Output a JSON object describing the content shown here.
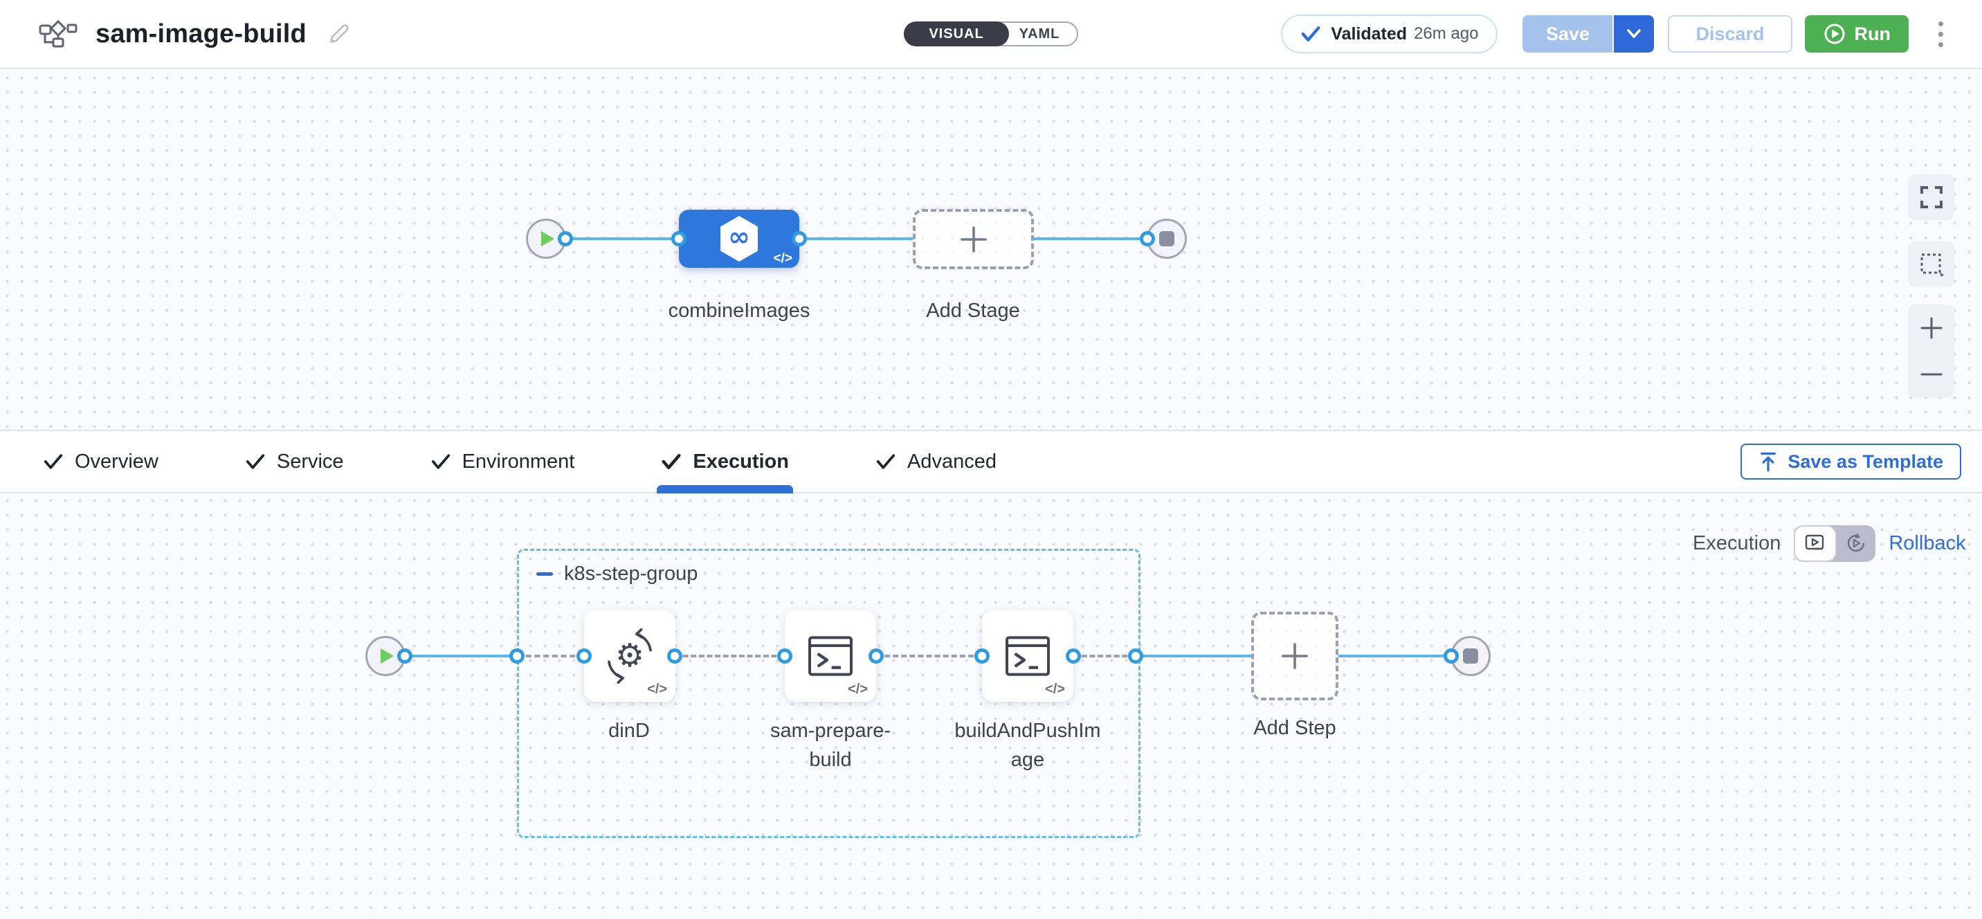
{
  "header": {
    "title": "sam-image-build",
    "view_toggle": {
      "visual_label": "VISUAL",
      "yaml_label": "YAML",
      "selected": "VISUAL"
    },
    "validated_badge": {
      "label": "Validated",
      "time_ago": "26m ago"
    },
    "save_button": "Save",
    "discard_button": "Discard",
    "run_button": "Run"
  },
  "stage_canvas": {
    "stage": {
      "label": "combineImages",
      "code_badge": "</>"
    },
    "add_stage": {
      "label": "Add Stage"
    }
  },
  "config_tabs": {
    "items": [
      {
        "label": "Overview"
      },
      {
        "label": "Service"
      },
      {
        "label": "Environment"
      },
      {
        "label": "Execution"
      },
      {
        "label": "Advanced"
      }
    ],
    "active_tab": "Execution",
    "save_as_template": "Save as Template"
  },
  "execution_canvas": {
    "mode_toggle": {
      "left_label": "Execution",
      "right_label": "Rollback"
    },
    "step_group": {
      "title": "k8s-step-group",
      "steps": [
        {
          "label": "dinD",
          "icon": "gear-sync",
          "code_badge": "</>"
        },
        {
          "label": "sam-prepare-\nbuild",
          "icon": "terminal",
          "code_badge": "</>"
        },
        {
          "label": "buildAndPushIm\nage",
          "icon": "terminal",
          "code_badge": "</>"
        }
      ]
    },
    "add_step": {
      "label": "Add Step"
    }
  },
  "colors": {
    "primary_blue": "#2e77dd",
    "link_blue": "#2e6fd6",
    "tab_underline_blue": "#316fd8",
    "connector_blue": "#58b8e9",
    "port_ring_blue": "#2f9be0",
    "group_border_blue": "#5fc0e9",
    "run_green": "#4db052",
    "start_play_green": "#6ecd5f",
    "save_disabled_blue": "#a5c2ec",
    "save_caret_blue": "#2e68d9"
  }
}
